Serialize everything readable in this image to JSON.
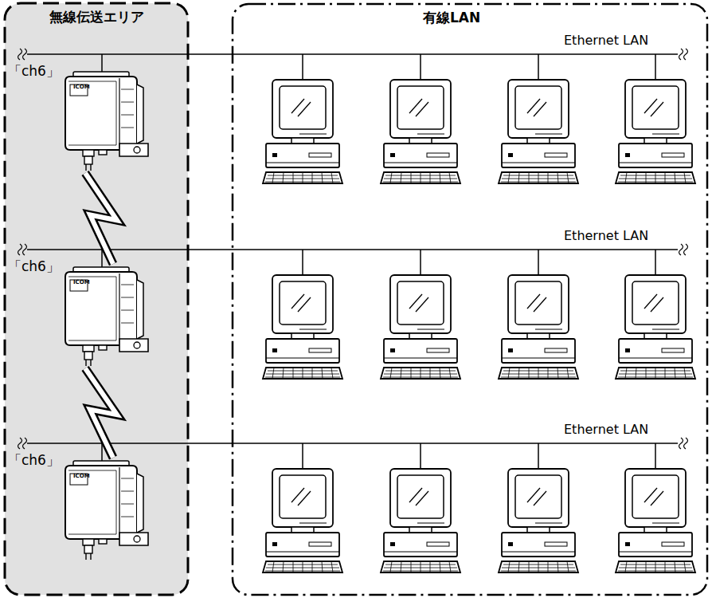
{
  "diagram": {
    "nodes": [
      {
        "text": [
          "無線伝送エリア"
        ]
      },
      {
        "text": [
          "有線LAN"
        ]
      },
      {
        "text": [
          "「ch6」"
        ],
        "in": 0
      },
      {
        "text": [
          "「ch6」"
        ],
        "in": 0
      },
      {
        "text": [
          "「ch6」"
        ],
        "in": 0
      }
    ],
    "edges": [
      {
        "from": 2,
        "to": 3,
        "arrow": "none"
      },
      {
        "from": 3,
        "to": 4,
        "arrow": "none"
      }
    ],
    "labels": [
      "Ethernet LAN",
      "Ethernet LAN",
      "Ethernet LAN",
      "ICOM",
      "ICOM",
      "ICOM"
    ]
  }
}
